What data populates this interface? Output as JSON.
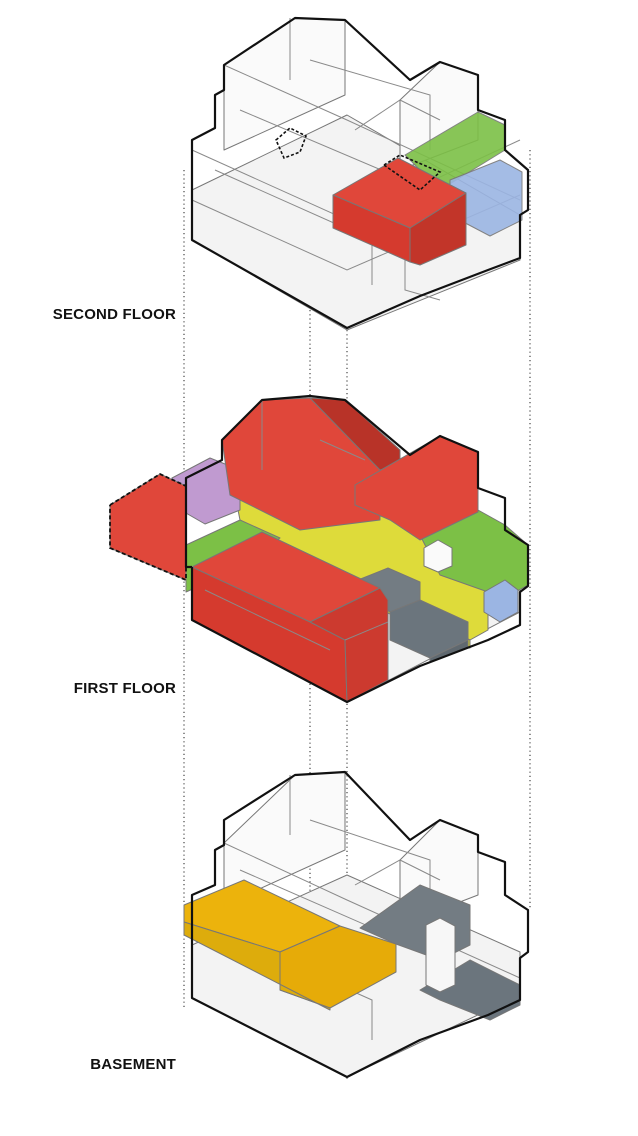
{
  "labels": {
    "second": "SECOND FLOOR",
    "first": "FIRST FLOOR",
    "basement": "BASEMENT"
  },
  "colors": {
    "red": "#e0473a",
    "red_dark": "#b83328",
    "green": "#7cc046",
    "blue": "#9bb5e3",
    "yellow": "#dedb3a",
    "purple": "#c09ad0",
    "orange": "#ecb30c",
    "gray": "#6b757d",
    "glass": "#f1f1f1",
    "line": "#111111"
  }
}
